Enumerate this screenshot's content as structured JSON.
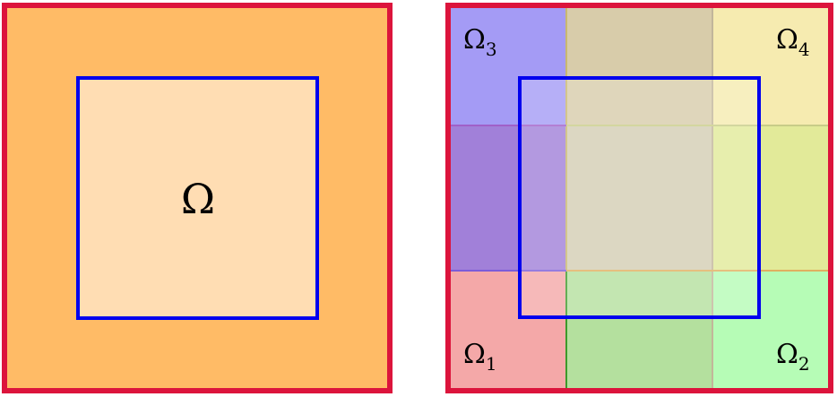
{
  "left_panel": {
    "domain_label": "Ω",
    "colors": {
      "outer_fill": "#ffbb66",
      "inner_fill": "#ffddb3",
      "outer_border": "#dc143c",
      "inner_border": "#0000ee"
    }
  },
  "right_panel": {
    "subdomains": [
      {
        "symbol": "Ω",
        "index": "3",
        "color": "#a49bf5"
      },
      {
        "symbol": "Ω",
        "index": "4",
        "color": "#f6ebb0"
      },
      {
        "symbol": "Ω",
        "index": "1",
        "color": "#f4a8a8"
      },
      {
        "symbol": "Ω",
        "index": "2",
        "color": "#b6fcb6"
      }
    ],
    "overlap_colors": {
      "top_middle": "#d8ccaa",
      "mid_left": "#a180d9",
      "center": "#d4cdb3",
      "mid_right": "#e2ea99",
      "bottom_middle": "#b4e09e"
    },
    "colors": {
      "outer_border": "#dc143c",
      "inner_border": "#0000ee",
      "inner_overlay": "#ffffff"
    }
  }
}
